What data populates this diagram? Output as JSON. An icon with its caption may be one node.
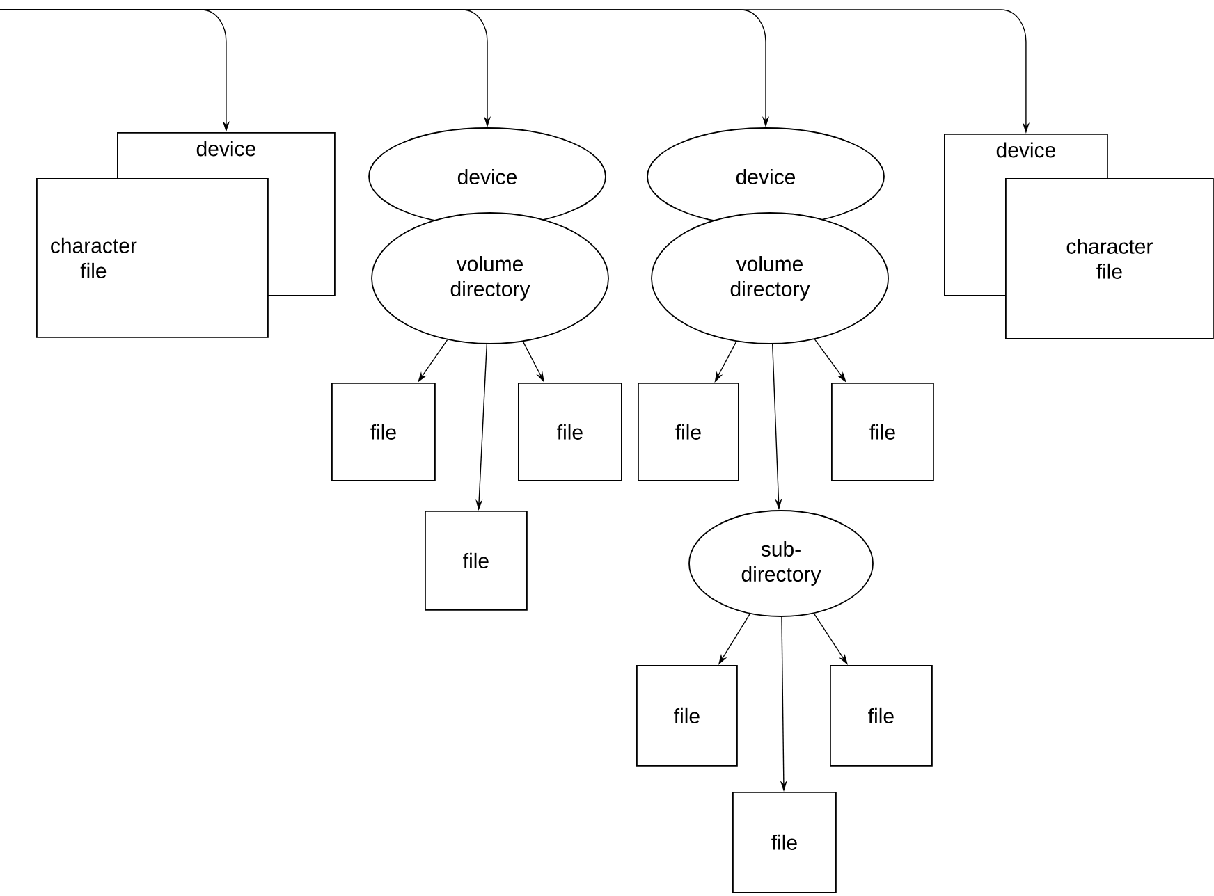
{
  "diagram": {
    "nodes": [
      {
        "text": [
          "device"
        ]
      },
      {
        "text": [
          "character file"
        ]
      },
      {
        "text": [
          "device"
        ]
      },
      {
        "text": [
          "volume directory"
        ]
      },
      {
        "text": [
          "file"
        ]
      },
      {
        "text": [
          "file"
        ]
      },
      {
        "text": [
          "file"
        ]
      },
      {
        "text": [
          "device"
        ]
      },
      {
        "text": [
          "volume directory"
        ]
      },
      {
        "text": [
          "file"
        ]
      },
      {
        "text": [
          "file"
        ]
      },
      {
        "text": [
          "sub-directory"
        ]
      },
      {
        "text": [
          "file"
        ]
      },
      {
        "text": [
          "file"
        ]
      },
      {
        "text": [
          "file"
        ]
      },
      {
        "text": [
          "device"
        ]
      },
      {
        "text": [
          "character file"
        ]
      }
    ],
    "edges": [
      {
        "from": null,
        "to": 0,
        "arrow": "to"
      },
      {
        "from": null,
        "to": 2,
        "arrow": "to"
      },
      {
        "from": null,
        "to": 7,
        "arrow": "to"
      },
      {
        "from": null,
        "to": 15,
        "arrow": "to"
      },
      {
        "from": 3,
        "to": 4,
        "arrow": "to"
      },
      {
        "from": 3,
        "to": 6,
        "arrow": "to"
      },
      {
        "from": 3,
        "to": 5,
        "arrow": "to"
      },
      {
        "from": 8,
        "to": 9,
        "arrow": "to"
      },
      {
        "from": 8,
        "to": 11,
        "arrow": "to"
      },
      {
        "from": 8,
        "to": 10,
        "arrow": "to"
      },
      {
        "from": 11,
        "to": 12,
        "arrow": "to"
      },
      {
        "from": 11,
        "to": 14,
        "arrow": "to"
      },
      {
        "from": 11,
        "to": 13,
        "arrow": "to"
      }
    ]
  }
}
